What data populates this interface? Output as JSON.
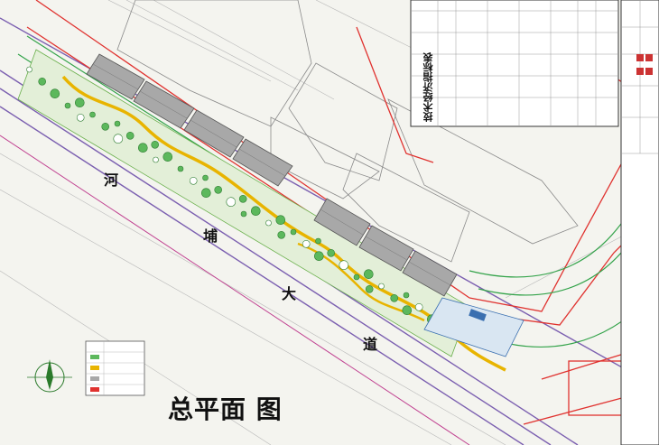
{
  "drawing": {
    "title": "总平面 图",
    "table_title": "技术经济指标表",
    "road_chars": [
      "河",
      "埔",
      "大",
      "道"
    ]
  },
  "colors": {
    "background": "#f4f4ef",
    "road_line": "#7b5fb0",
    "red_line": "#e0322f",
    "green_line": "#33a34a",
    "building": "#a8a8a8",
    "path_yellow": "#e8b400",
    "tree_green": "#5cb85c"
  },
  "icons": [
    "north-arrow-icon"
  ]
}
